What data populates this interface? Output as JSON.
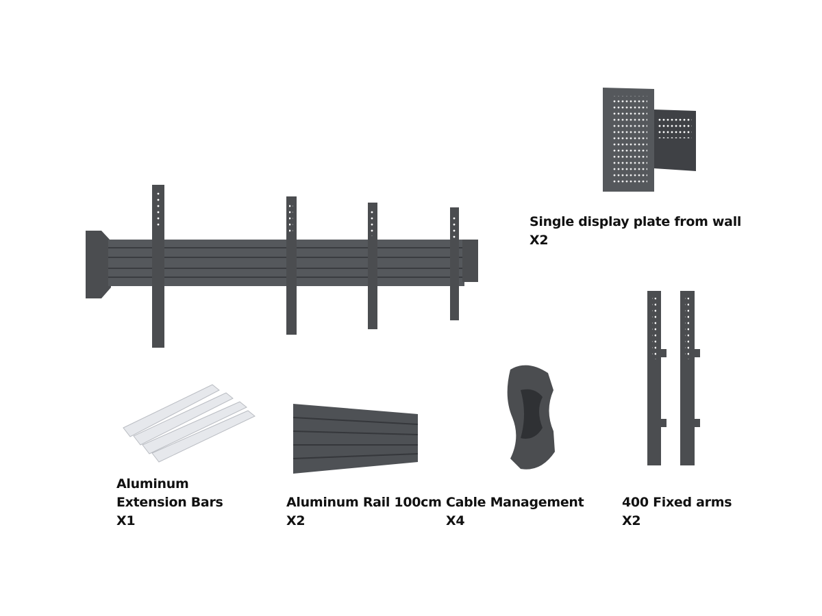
{
  "colors": {
    "metal": "#4b4d50",
    "metal_dark": "#34363a",
    "metal_light": "#65686c",
    "aluminum": "#e6e8ec",
    "text": "#111111"
  },
  "parts": [
    {
      "name": "Single display plate from wall",
      "qty": "X2"
    },
    {
      "name_lines": [
        "Aluminum",
        "Extension Bars"
      ],
      "qty": "X1"
    },
    {
      "name": "Aluminum Rail 100cm",
      "qty": "X2"
    },
    {
      "name": "Cable Management",
      "qty": "X4"
    },
    {
      "name": "400 Fixed arms",
      "qty": "X2"
    }
  ]
}
